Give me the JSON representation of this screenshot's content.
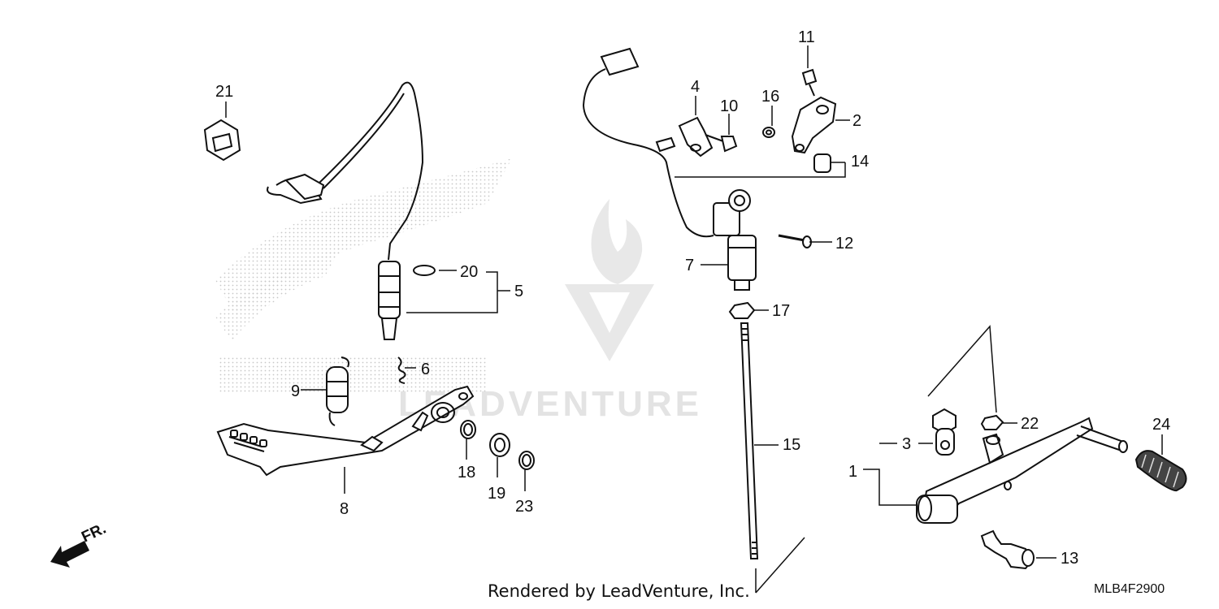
{
  "diagram": {
    "credit": "Rendered by LeadVenture, Inc.",
    "code": "MLB4F2900",
    "direction_marker": "FR.",
    "watermark": "LEADVENTURE",
    "watermark_icon": "flame-v-logo",
    "parts": [
      {
        "id": "1",
        "label": "1"
      },
      {
        "id": "2",
        "label": "2"
      },
      {
        "id": "3",
        "label": "3"
      },
      {
        "id": "4",
        "label": "4"
      },
      {
        "id": "5",
        "label": "5"
      },
      {
        "id": "6",
        "label": "6"
      },
      {
        "id": "7",
        "label": "7"
      },
      {
        "id": "8",
        "label": "8"
      },
      {
        "id": "9",
        "label": "9"
      },
      {
        "id": "10",
        "label": "10"
      },
      {
        "id": "11",
        "label": "11"
      },
      {
        "id": "12",
        "label": "12"
      },
      {
        "id": "13",
        "label": "13"
      },
      {
        "id": "14",
        "label": "14"
      },
      {
        "id": "15",
        "label": "15"
      },
      {
        "id": "16",
        "label": "16"
      },
      {
        "id": "17",
        "label": "17"
      },
      {
        "id": "18",
        "label": "18"
      },
      {
        "id": "19",
        "label": "19"
      },
      {
        "id": "20",
        "label": "20"
      },
      {
        "id": "21",
        "label": "21"
      },
      {
        "id": "22",
        "label": "22"
      },
      {
        "id": "23",
        "label": "23"
      },
      {
        "id": "24",
        "label": "24"
      }
    ]
  }
}
